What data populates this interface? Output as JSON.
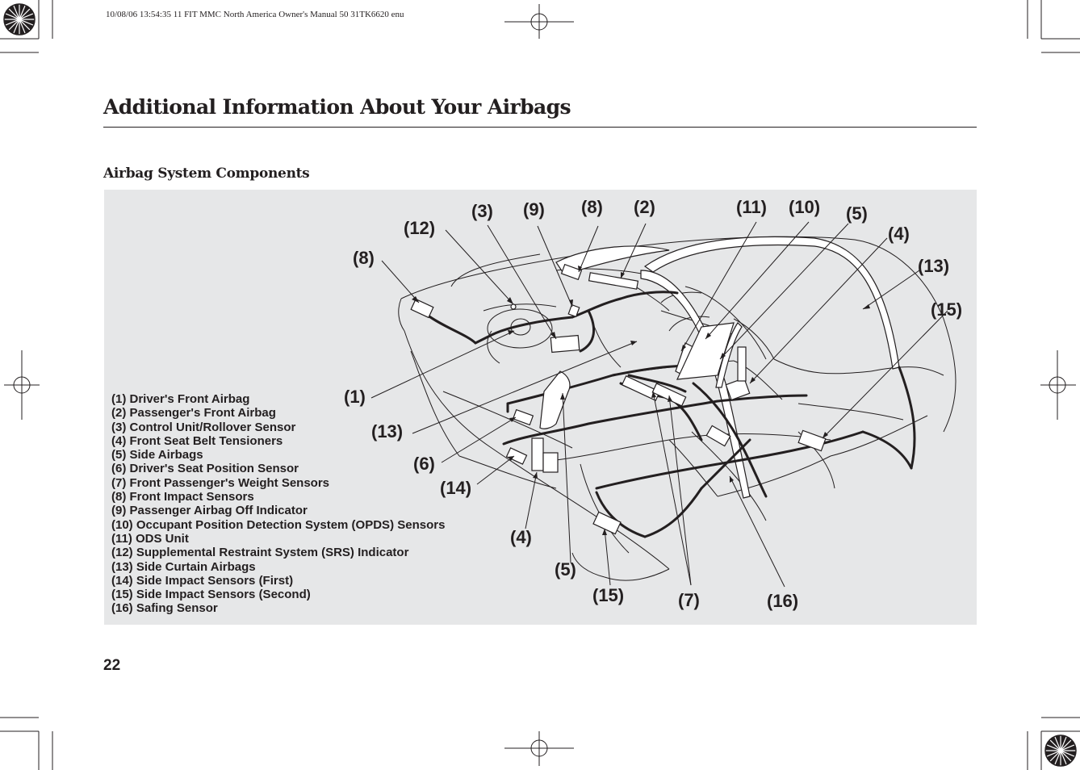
{
  "print_header": "10/08/06 13:54:35    11 FIT MMC North America Owner's Manual 50 31TK6620 enu",
  "page_title": "Additional Information About Your Airbags",
  "section_title": "Airbag System Components",
  "page_number": "22",
  "legend": [
    "(1) Driver's Front Airbag",
    "(2) Passenger's Front Airbag",
    "(3) Control Unit/Rollover Sensor",
    "(4) Front Seat Belt Tensioners",
    "(5) Side Airbags",
    "(6) Driver's Seat Position Sensor",
    "(7) Front Passenger's Weight Sensors",
    "(8) Front Impact Sensors",
    "(9) Passenger Airbag Off Indicator",
    "(10) Occupant Position Detection System (OPDS) Sensors",
    "(11) ODS Unit",
    "(12) Supplemental Restraint System (SRS) Indicator",
    "(13) Side Curtain Airbags",
    "(14) Side Impact Sensors (First)",
    "(15) Side Impact Sensors (Second)",
    "(16) Safing Sensor"
  ],
  "callouts": {
    "c3": "(3)",
    "c9": "(9)",
    "c8a": "(8)",
    "c2": "(2)",
    "c11": "(11)",
    "c10": "(10)",
    "c5a": "(5)",
    "c4a": "(4)",
    "c12": "(12)",
    "c8b": "(8)",
    "c13a": "(13)",
    "c15a": "(15)",
    "c1": "(1)",
    "c13b": "(13)",
    "c6": "(6)",
    "c14": "(14)",
    "c4b": "(4)",
    "c5b": "(5)",
    "c15b": "(15)",
    "c7": "(7)",
    "c16": "(16)"
  }
}
